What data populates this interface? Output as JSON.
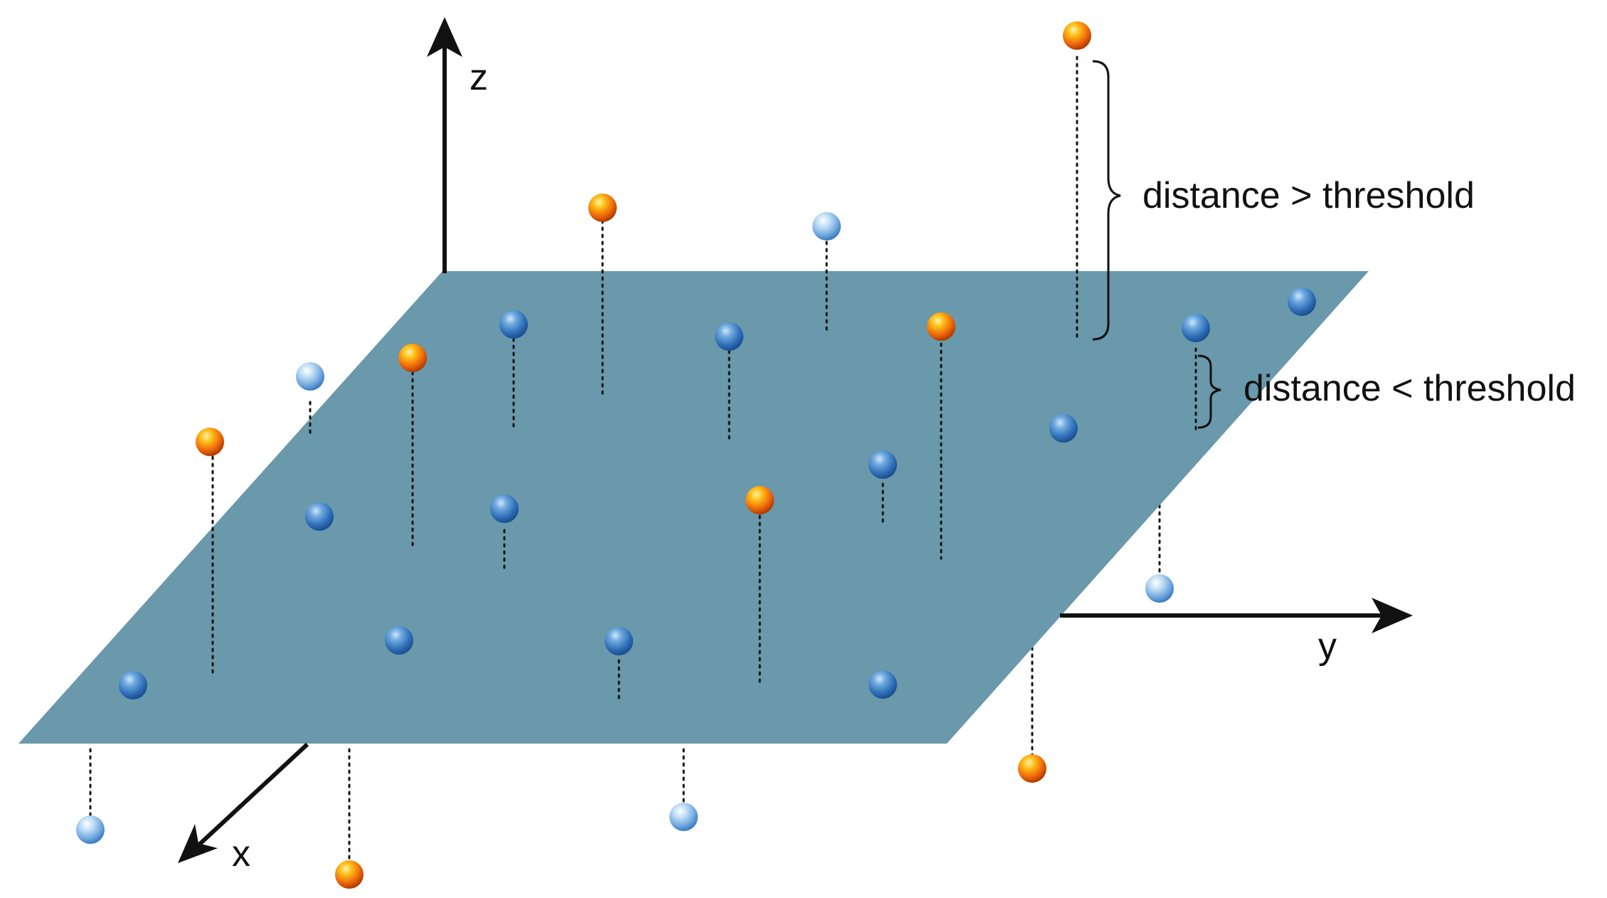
{
  "axes": {
    "x_label": "x",
    "y_label": "y",
    "z_label": "z"
  },
  "annotations": {
    "above": "distance > threshold",
    "below": "distance < threshold"
  },
  "colors": {
    "plane": "#6999ab",
    "inlier_point": "#4a86c6",
    "outlier_point": "#f07a10",
    "axis": "#111111"
  },
  "legend_semantics": {
    "inlier_icon": "blue-sphere-icon",
    "outlier_icon": "orange-sphere-icon"
  }
}
